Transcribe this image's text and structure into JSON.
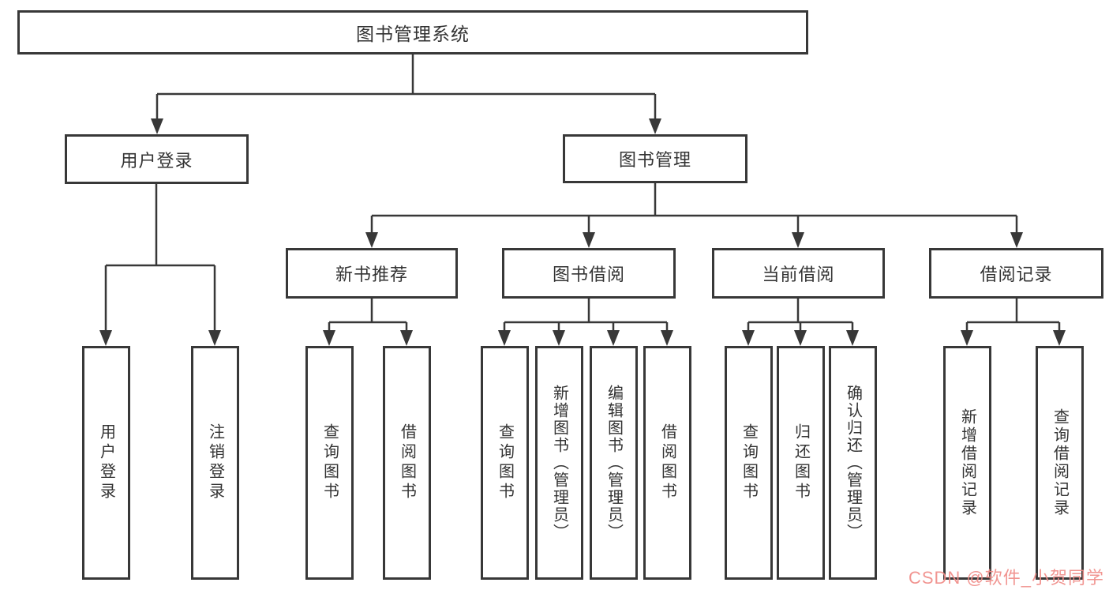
{
  "diagram": {
    "type": "functional-structure-tree",
    "colors": {
      "line": "#383838",
      "box_border": "#383838",
      "box_fill": "#ffffff",
      "text": "#333333",
      "watermark": "#f08c88"
    },
    "watermark": {
      "text": "CSDN @软件_小贺同学"
    },
    "tree": {
      "root": {
        "label": "图书管理系统"
      },
      "branches": [
        {
          "label": "用户登录",
          "children": [
            {
              "label": "用户登录"
            },
            {
              "label": "注销登录"
            }
          ]
        },
        {
          "label": "图书管理",
          "children": [
            {
              "label": "新书推荐",
              "children": [
                {
                  "label": "查询图书"
                },
                {
                  "label": "借阅图书"
                }
              ]
            },
            {
              "label": "图书借阅",
              "children": [
                {
                  "label": "查询图书"
                },
                {
                  "label": "新增图书（管理员）"
                },
                {
                  "label": "编辑图书（管理员）"
                },
                {
                  "label": "借阅图书"
                }
              ]
            },
            {
              "label": "当前借阅",
              "children": [
                {
                  "label": "查询图书"
                },
                {
                  "label": "归还图书"
                },
                {
                  "label": "确认归还（管理员）"
                }
              ]
            },
            {
              "label": "借阅记录",
              "children": [
                {
                  "label": "新增借阅记录"
                },
                {
                  "label": "查询借阅记录"
                }
              ]
            }
          ]
        }
      ]
    }
  }
}
